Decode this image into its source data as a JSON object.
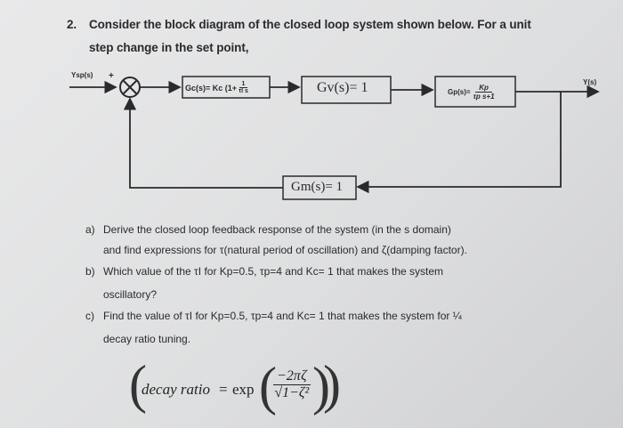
{
  "question": {
    "number": "2.",
    "line1": "Consider the block diagram of the closed loop system shown below. For a unit",
    "line2": "step change in the set point,"
  },
  "diagram": {
    "input_label": "Ysp(s)",
    "input_sign": "+",
    "output_label": "Y(s)",
    "controller": {
      "left": "Gc(s)= Kc (1+",
      "num": "1",
      "den": "τI s"
    },
    "valve": "Gv(s)= 1",
    "process": {
      "left": "Gp(s)=",
      "num": "Kp",
      "den": "τp s+1"
    },
    "sensor": "Gm(s)= 1"
  },
  "parts": {
    "a_label": "a)",
    "a_line1": "Derive the closed loop feedback response of the system (in the s domain)",
    "a_line2": "and find expressions for τ(natural period of oscillation) and ζ(damping factor).",
    "b_label": "b)",
    "b_line1": "Which value of the τI for Kp=0.5, τp=4 and Kc= 1 that makes the system",
    "b_line2": "oscillatory?",
    "c_label": "c)",
    "c_line1": "Find the value of τI for Kp=0.5, τp=4 and Kc= 1 that makes the system for ¼",
    "c_line2": "decay ratio tuning."
  },
  "formula": {
    "lhs": "decay ratio",
    "equals": "=",
    "func": "exp",
    "num": "−2πζ",
    "den": "√1−ζ²"
  }
}
